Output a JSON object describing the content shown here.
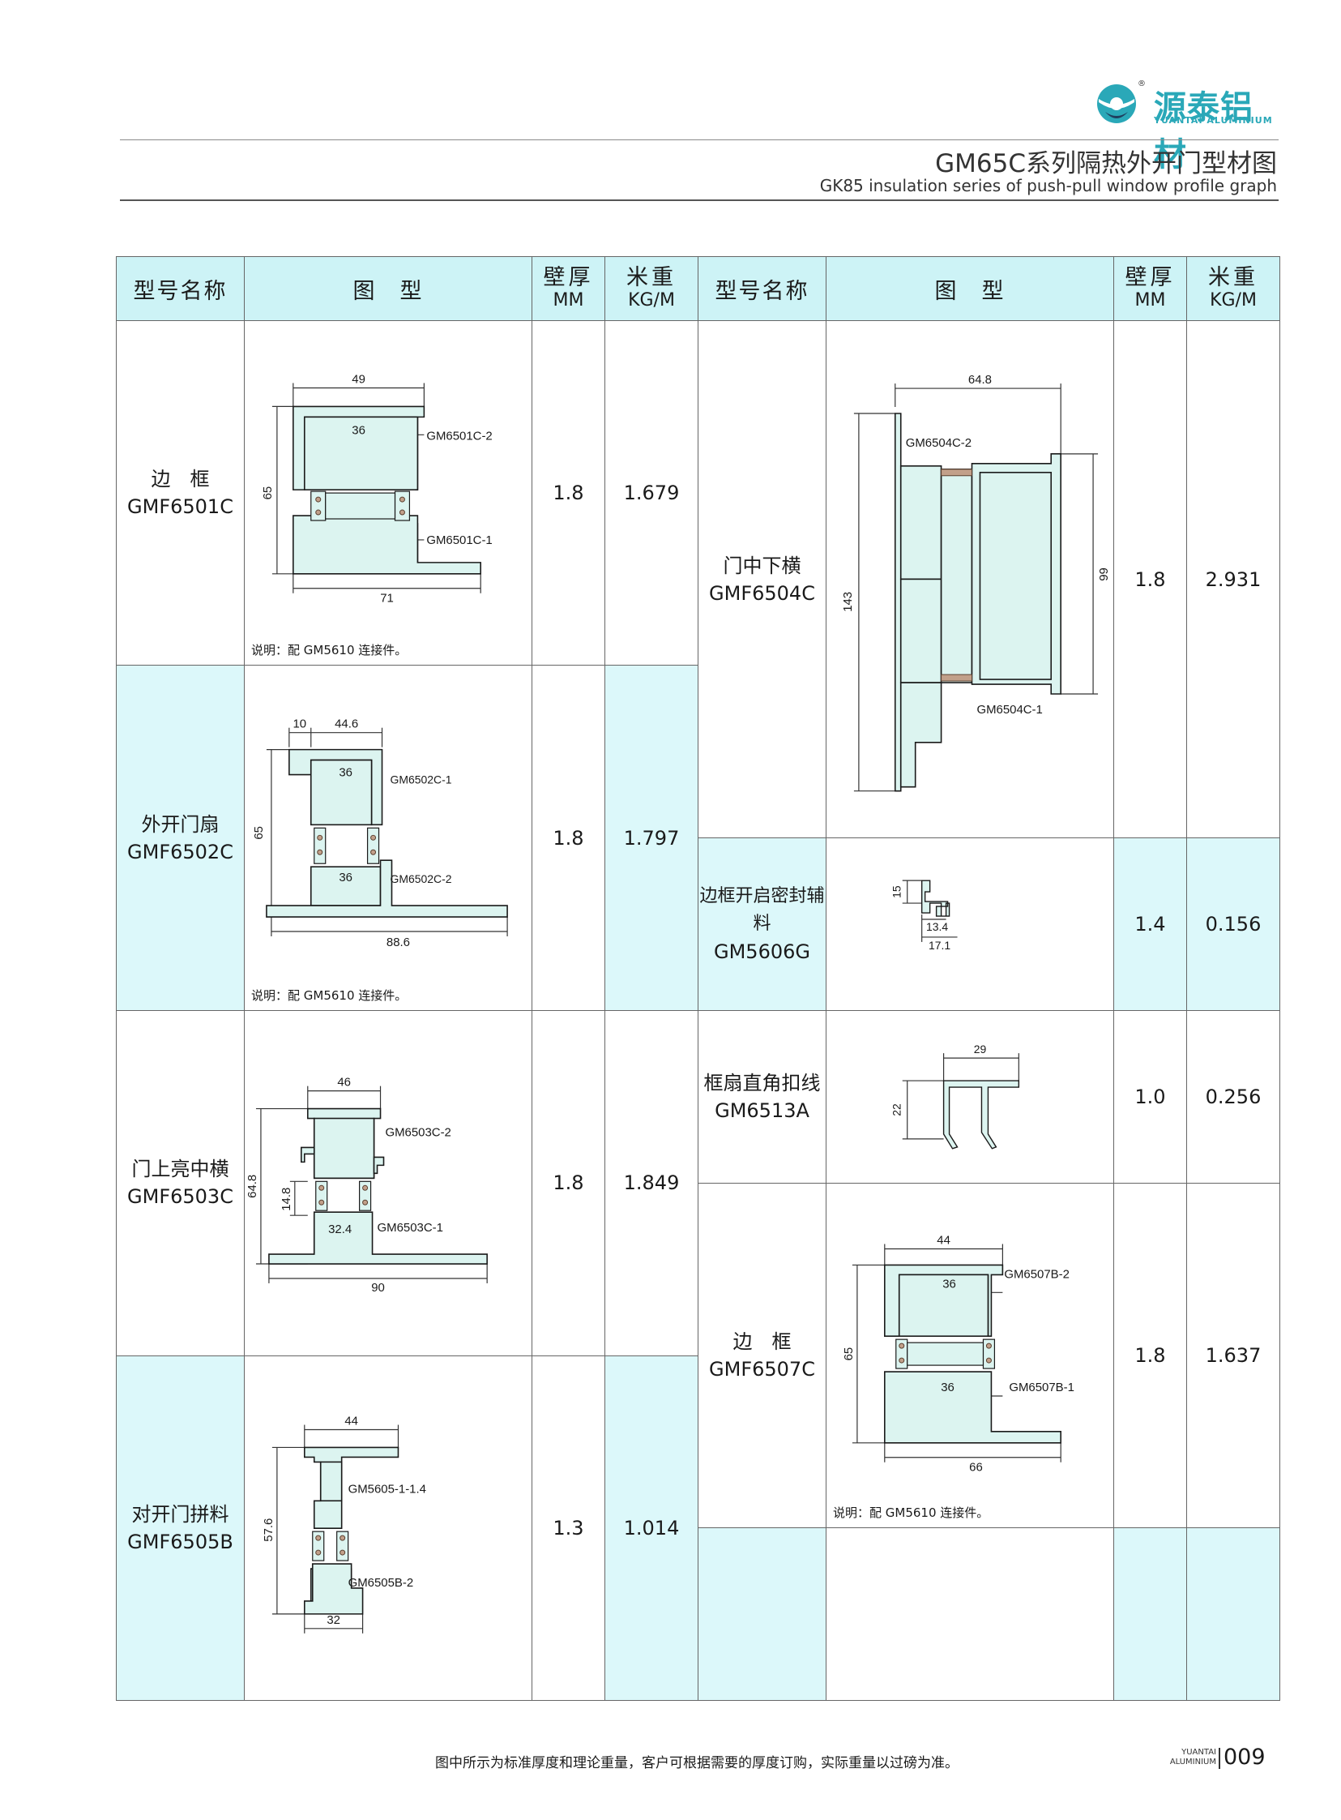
{
  "brand": {
    "name_cn": "源泰铝材",
    "name_en": "YUANTAI ALUMINIUM",
    "registered": "®",
    "accent_color": "#2aa8b8"
  },
  "header": {
    "title_cn": "GM65C系列隔热外开门型材图",
    "title_en": "GK85 insulation series of push-pull window profile graph"
  },
  "table": {
    "headers": {
      "model": "型号名称",
      "figure": "图　型",
      "wall_l1": "壁厚",
      "wall_l2": "MM",
      "weight_l1": "米重",
      "weight_l2": "KG/M"
    },
    "left": [
      {
        "name": "边　框",
        "code": "GMF6501C",
        "wall": "1.8",
        "weight": "1.679",
        "note": "说明：配 GM5610 连接件。",
        "figure": {
          "dims": [
            "49",
            "36",
            "65",
            "71"
          ],
          "parts": [
            "GM6501C-2",
            "GM6501C-1"
          ]
        }
      },
      {
        "name": "外开门扇",
        "code": "GMF6502C",
        "wall": "1.8",
        "weight": "1.797",
        "note": "说明：配  GM5610 连接件。",
        "figure": {
          "dims": [
            "10",
            "44.6",
            "36",
            "65",
            "36",
            "88.6"
          ],
          "parts": [
            "GM6502C-1",
            "GM6502C-2"
          ]
        }
      },
      {
        "name": "门上亮中横",
        "code": "GMF6503C",
        "wall": "1.8",
        "weight": "1.849",
        "figure": {
          "dims": [
            "46",
            "64.8",
            "14.8",
            "32.4",
            "90"
          ],
          "parts": [
            "GM6503C-2",
            "GM6503C-1"
          ]
        }
      },
      {
        "name": "对开门拼料",
        "code": "GMF6505B",
        "wall": "1.3",
        "weight": "1.014",
        "figure": {
          "dims": [
            "44",
            "57.6",
            "32"
          ],
          "parts": [
            "GM5605-1-1.4",
            "GM6505B-2"
          ]
        }
      }
    ],
    "right": [
      {
        "name": "门中下横",
        "code": "GMF6504C",
        "wall": "1.8",
        "weight": "2.931",
        "figure": {
          "dims": [
            "64.8",
            "143",
            "99"
          ],
          "parts": [
            "GM6504C-2",
            "GM6504C-1"
          ]
        }
      },
      {
        "name": "边框开启密封辅料",
        "code": "GM5606G",
        "wall": "1.4",
        "weight": "0.156",
        "figure": {
          "dims": [
            "15",
            "13.4",
            "17.1"
          ]
        }
      },
      {
        "name": "框扇直角扣线",
        "code": "GM6513A",
        "wall": "1.0",
        "weight": "0.256",
        "figure": {
          "dims": [
            "29",
            "22"
          ]
        }
      },
      {
        "name": "边　框",
        "code": "GMF6507C",
        "wall": "1.8",
        "weight": "1.637",
        "note": "说明：配  GM5610 连接件。",
        "figure": {
          "dims": [
            "44",
            "36",
            "65",
            "36",
            "66"
          ],
          "parts": [
            "GM6507B-2",
            "GM6507B-1"
          ]
        }
      }
    ]
  },
  "footer": {
    "note": "图中所示为标准厚度和理论重量，客户可根据需要的厚度订购，实际重量以过磅为准。",
    "brand_l1": "YUANTAI",
    "brand_l2": "ALUMINIUM",
    "page": "009"
  }
}
